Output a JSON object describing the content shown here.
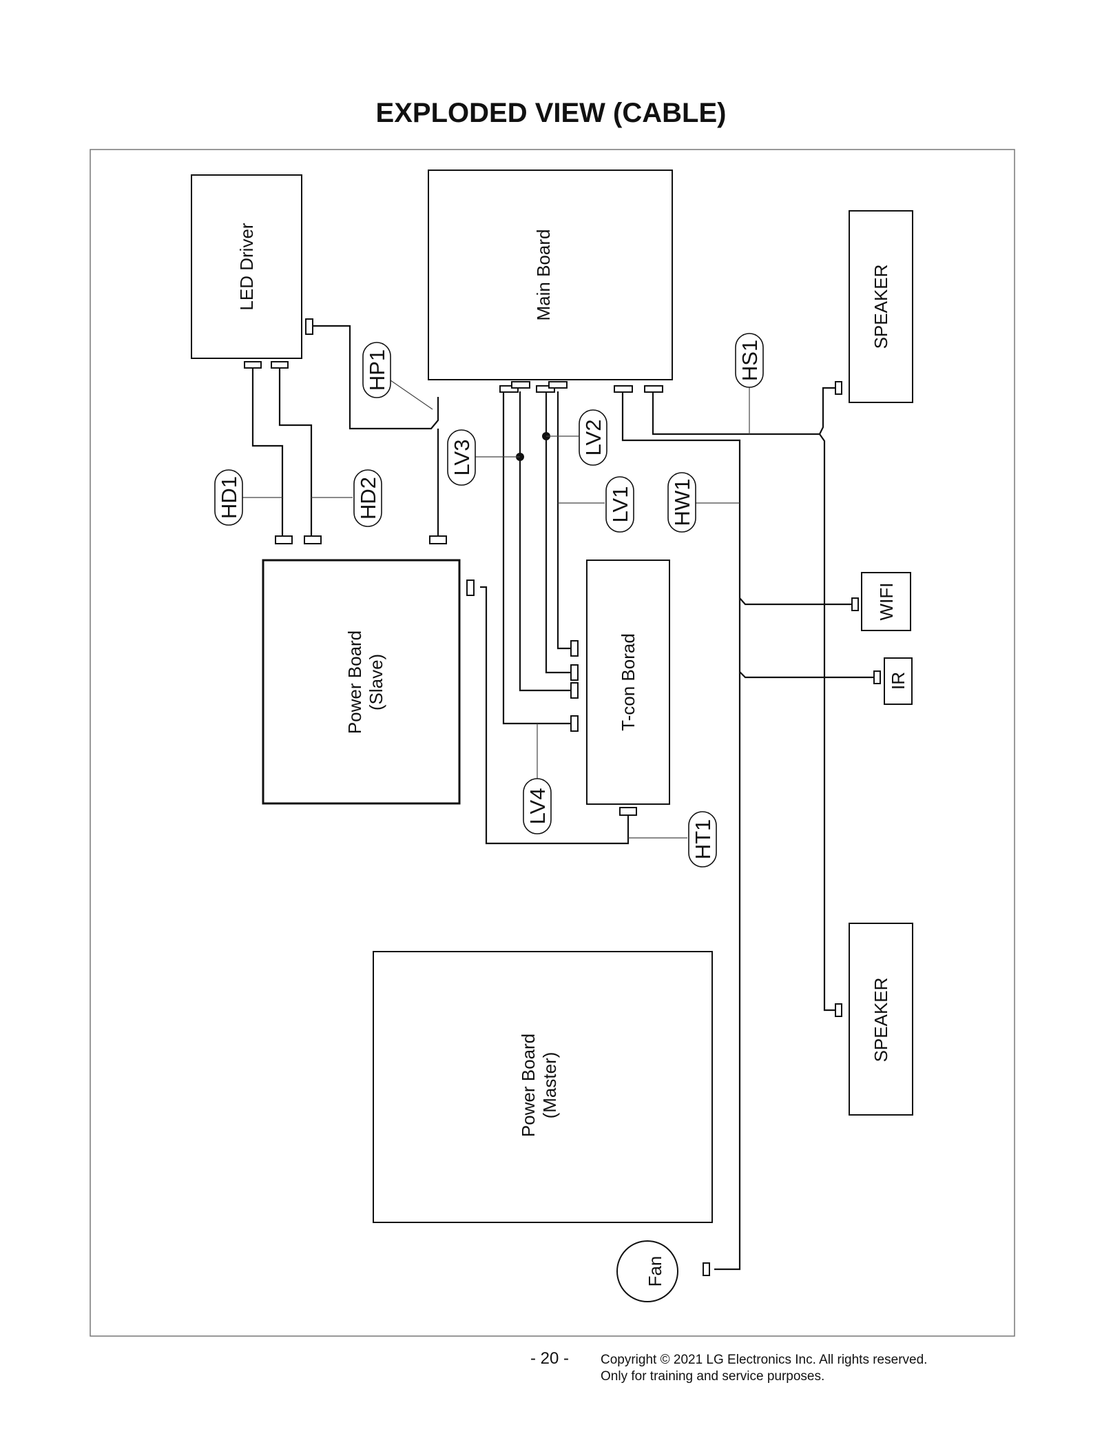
{
  "page": {
    "title": "EXPLODED VIEW (CABLE)",
    "page_number": "- 20 -",
    "copyright_line1": "Copyright © 2021 LG Electronics Inc. All rights reserved.",
    "copyright_line2": "Only for training and service purposes."
  },
  "components": {
    "led_driver": "LED Driver",
    "main_board": "Main Board",
    "speaker_top": "SPEAKER",
    "speaker_bottom": "SPEAKER",
    "power_board_slave_line1": "Power Board",
    "power_board_slave_line2": "(Slave)",
    "tcon_board": "T-con Borad",
    "power_board_master_line1": "Power Board",
    "power_board_master_line2": "(Master)",
    "wifi": "WIFI",
    "ir": "IR",
    "fan": "Fan"
  },
  "cables": {
    "hp1": "HP1",
    "hs1": "HS1",
    "lv3": "LV3",
    "lv2": "LV2",
    "lv1": "LV1",
    "hw1": "HW1",
    "hd1": "HD1",
    "hd2": "HD2",
    "lv4": "LV4",
    "ht1": "HT1"
  }
}
